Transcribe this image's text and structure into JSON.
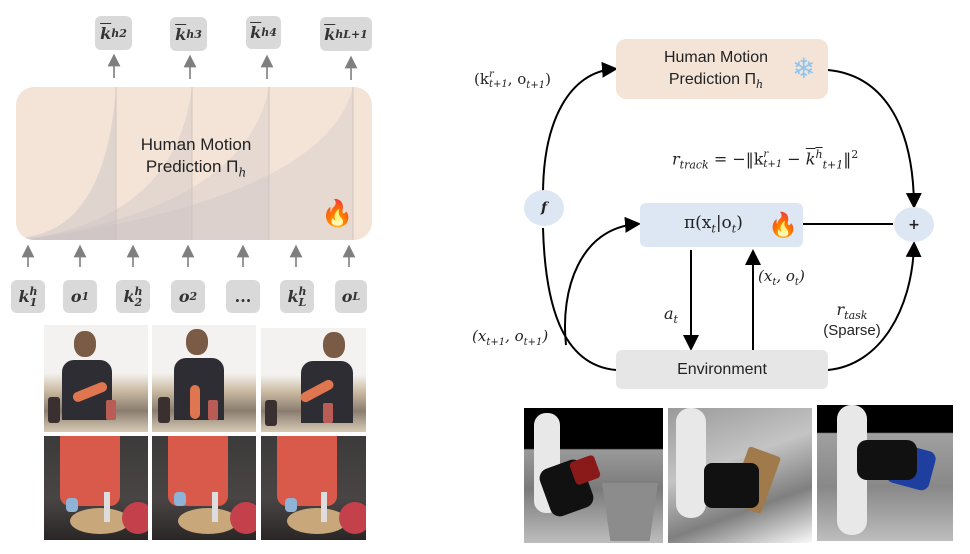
{
  "left_panel": {
    "outputs": [
      {
        "base": "k",
        "sup": "h",
        "sub": "2"
      },
      {
        "base": "k",
        "sup": "h",
        "sub": "3"
      },
      {
        "base": "k",
        "sup": "h",
        "sub": "4"
      },
      {
        "base": "k",
        "sup": "h",
        "sub": "L+1"
      }
    ],
    "model_title_line1": "Human Motion",
    "model_title_line2": "Prediction Π",
    "model_title_sub": "h",
    "model_state_icon": "fire-icon",
    "inputs": [
      {
        "base": "k",
        "sup": "h",
        "sub": "1"
      },
      {
        "base": "o",
        "sup": "",
        "sub": "1"
      },
      {
        "base": "k",
        "sup": "h",
        "sub": "2"
      },
      {
        "base": "o",
        "sup": "",
        "sub": "2"
      },
      {
        "base": "...",
        "sup": "",
        "sub": ""
      },
      {
        "base": "k",
        "sup": "h",
        "sub": "L"
      },
      {
        "base": "o",
        "sup": "",
        "sub": "L"
      }
    ],
    "video_rows": [
      {
        "description": "man in apron pouring from orange bottle, kitchen",
        "frames": 3
      },
      {
        "description": "woman in red shirt grating onto plate, kitchen",
        "frames": 3
      }
    ]
  },
  "right_panel": {
    "hmp_box": {
      "line1": "Human Motion",
      "line2": "Prediction Π",
      "sub": "h",
      "state_icon": "snowflake-icon"
    },
    "policy_box": {
      "text": "π(x",
      "sub1": "t",
      "mid": "|o",
      "sub2": "t",
      "end": ")",
      "state_icon": "fire-icon"
    },
    "environment_box": {
      "text": "Environment"
    },
    "f_node": "f",
    "plus_node": "+",
    "labels": {
      "kr_obs": "(k",
      "kr_obs_sup": "r",
      "kr_obs_sub": "t+1",
      "kr_obs_rest": ", o",
      "kr_obs_sub2": "t+1",
      "kr_obs_end": ")",
      "r_track": "r",
      "r_track_sub": "track",
      "r_track_eq": " = −‖k",
      "r_track_sup": "r",
      "r_track_sub2": "t+1",
      "r_track_minus": " − ",
      "r_track_khat": "k",
      "r_track_khat_sup": "h",
      "r_track_sub3": "t+1",
      "r_track_end": "‖",
      "r_track_pow": "2",
      "action": "a",
      "action_sub": "t",
      "state_obs": "(x",
      "state_obs_sub": "t",
      "state_obs_mid": ", o",
      "state_obs_sub2": "t",
      "state_obs_end": ")",
      "next_state": "(x",
      "next_state_sub": "t+1",
      "next_state_mid": ", o",
      "next_state_sub2": "t+1",
      "next_state_end": ")",
      "r_task": "r",
      "r_task_sub": "task",
      "r_task_note": "(Sparse)"
    },
    "sim_frames": [
      {
        "description": "robot hand pouring red cup into grey bucket"
      },
      {
        "description": "robot hand holding brown box"
      },
      {
        "description": "robot hand grasping blue can"
      }
    ]
  },
  "colors": {
    "model_fill": "#f3e4d7",
    "policy_fill": "#dde6f3",
    "node_fill": "#dde6f3",
    "env_fill": "#e6e6e6",
    "token_fill": "#d9d9d9",
    "arrow_gray": "#7f7f7f",
    "arrow_black": "#000000"
  }
}
